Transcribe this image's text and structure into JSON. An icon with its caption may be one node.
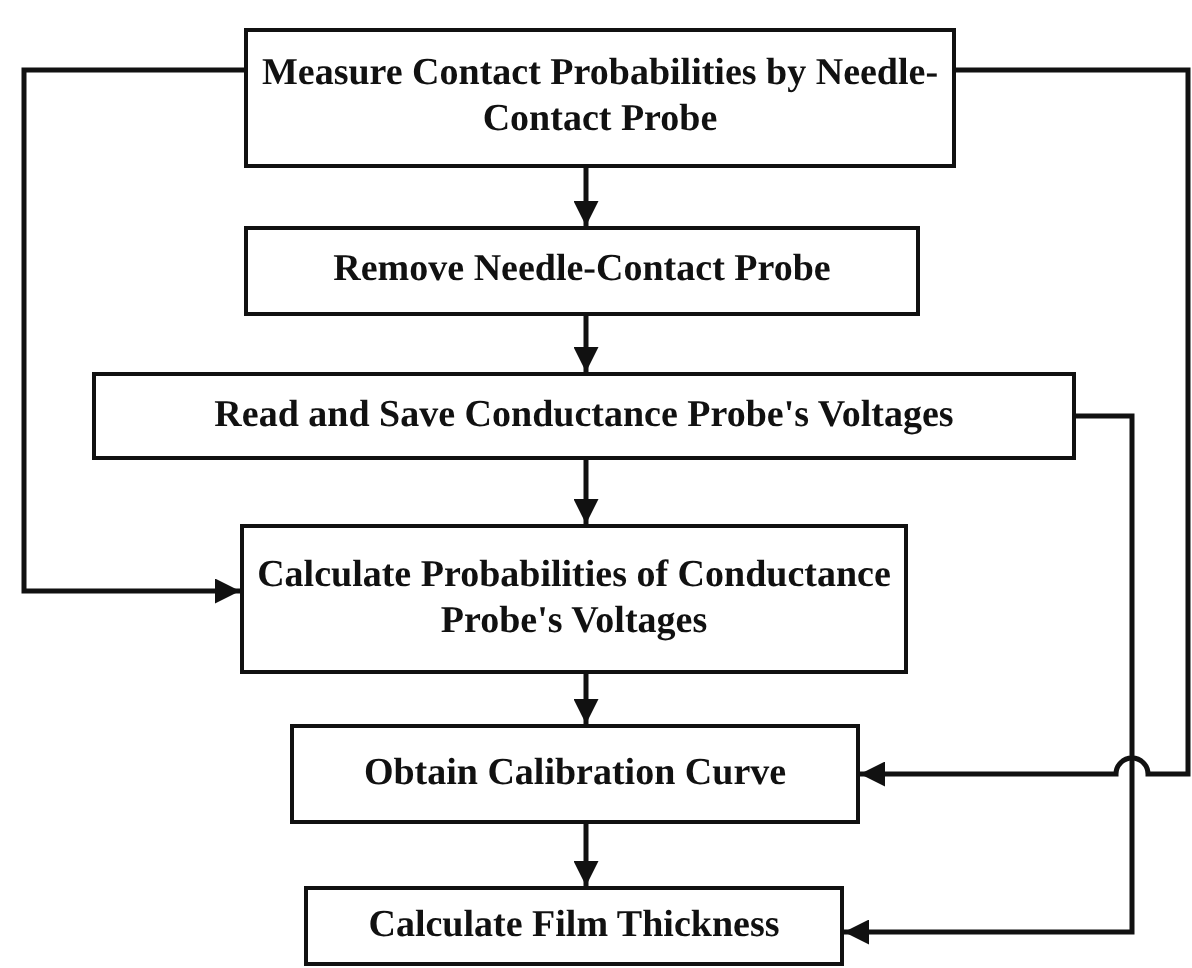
{
  "diagram": {
    "nodes": [
      {
        "text": [
          "Measure Contact Probabilities by Needle-Contact Probe"
        ]
      },
      {
        "text": [
          "Remove Needle-Contact Probe"
        ]
      },
      {
        "text": [
          "Read and Save Conductance Probe's Voltages"
        ]
      },
      {
        "text": [
          "Calculate Probabilities of Conductance Probe's Voltages"
        ]
      },
      {
        "text": [
          "Obtain Calibration Curve"
        ]
      },
      {
        "text": [
          "Calculate Film Thickness"
        ]
      }
    ],
    "edges": [
      {
        "from": 0,
        "to": 1,
        "arrow": "to"
      },
      {
        "from": 1,
        "to": 2,
        "arrow": "to"
      },
      {
        "from": 2,
        "to": 3,
        "arrow": "to"
      },
      {
        "from": 3,
        "to": 4,
        "arrow": "to"
      },
      {
        "from": 4,
        "to": 5,
        "arrow": "to"
      },
      {
        "from": 0,
        "to": 3,
        "arrow": "to"
      },
      {
        "from": 0,
        "to": 4,
        "arrow": "to"
      },
      {
        "from": 2,
        "to": 5,
        "arrow": "to"
      }
    ]
  }
}
